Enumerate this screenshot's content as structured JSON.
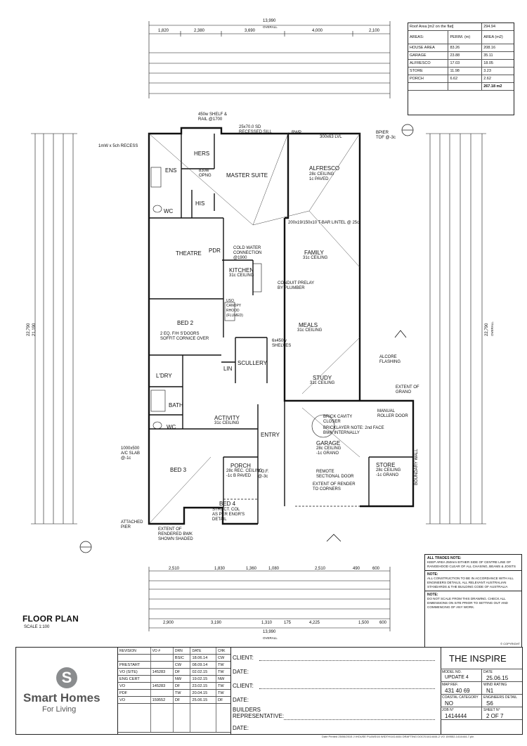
{
  "area_table": {
    "roof_area_label": "Roof Area [m2 on the flat]",
    "roof_area_value": "294.94",
    "areas_label": "AREAS:",
    "col_perim": "PERIM. (m)",
    "col_area": "AREA (m2)",
    "rows": [
      {
        "name": "HOUSE AREA",
        "perim": "83.26",
        "area": "208.16"
      },
      {
        "name": "GARAGE",
        "perim": "23.88",
        "area": "35.11"
      },
      {
        "name": "ALFRESCO",
        "perim": "17.03",
        "area": "18.05"
      },
      {
        "name": "STORE",
        "perim": "11.98",
        "area": "3.23"
      },
      {
        "name": "PORCH",
        "perim": "6.62",
        "area": "2.62"
      }
    ],
    "total": "267.18 m2"
  },
  "overall": {
    "top_width": "13,990",
    "top_width_label": "OVERALL",
    "bottom_width": "13,990",
    "bottom_width_label": "OVERALL",
    "left_height": "22,790",
    "left_height_2": "21,190",
    "right_height": "22,790",
    "right_height_label": "OVERALL"
  },
  "dims_top": [
    "1,820",
    "2,380",
    "3,690",
    "4,000",
    "2,100"
  ],
  "dims_bottom": [
    "2,510",
    "1,830",
    "1,360",
    "1,080",
    "2,510",
    "490",
    "600"
  ],
  "dims_bottom_totals": [
    "2,900",
    "3,190",
    "1,310",
    "175",
    "4,225",
    "1,500",
    "600"
  ],
  "rooms": {
    "hers": "HERS",
    "master_suite": "MASTER SUITE",
    "alfresco": "ALFRESCO",
    "alfresco_note": "28c CEILING\n1c PAVED",
    "ens": "ENS",
    "his": "HIS",
    "wc": "WC",
    "theatre": "THEATRE",
    "family": "FAMILY",
    "family_note": "31c CEILING",
    "kitchen": "KITCHEN",
    "kitchen_note": "31c CEILING",
    "bed2": "BED 2",
    "meals": "MEALS",
    "meals_note": "31c CEILING",
    "scullery": "SCULLERY",
    "study": "STUDY",
    "study_note": "31c CEILING",
    "ldry": "L'DRY",
    "bath": "BATH",
    "wc2": "WC",
    "activity": "ACTIVITY",
    "activity_note": "31c CEILING",
    "entry": "ENTRY",
    "garage": "GARAGE",
    "garage_note": "28c CEILING\n-1c GRANO",
    "store": "STORE",
    "store_note": "28c CEILING\n-1c GRANO",
    "bed3": "BED 3",
    "porch": "PORCH",
    "porch_note": "28c REC. CEILING\n-1c B PAVED",
    "bed4": "BED 4",
    "lin": "LIN",
    "pdr": "PDR"
  },
  "annotations": {
    "shelf_rail_1": "450w SHELF &\nRAIL @1700",
    "recessed_sill": "25x70.0 SD\nRECESSED SILL",
    "rwp": "RWP",
    "lvl_300": "300x63 LVL",
    "bpier": "BPIER\nTOF @-3c",
    "recess": "1mW x 5ch RECESS",
    "opng_830": "830w\nOPNG",
    "tbar": "200x19/150x10 T-BAR LINTEL @ 25c",
    "cold_water": "COLD WATER\nCONNECTION\n@1900",
    "conduit": "CONDUIT PRELAY\nBY PLUMBER",
    "canopy": "USO\nCANOPY\nRHOOD\n(FLUMED)",
    "soffit": "2 EQ. F/H S'DOORS\nSOFFIT CORNICE OVER",
    "shelves": "6x450w\nSHELVES",
    "alcore_flashing": "ALCORE\nFLASHING",
    "extent_grano": "EXTENT OF\nGRANO",
    "manual_door": "MANUAL\nROLLER DOOR",
    "brick_cavity": "BRICK CAVITY\nCLOSER",
    "brick_layer": "BRICKLAYER NOTE: 2nd FACE\nBWK INTERNALLY",
    "remote_door": "REMOTE\nSECTIONAL DOOR",
    "extent_render": "EXTENT OF RENDER\nTO CORNERS",
    "boundary_wall": "BOUNDARY WALL",
    "attached_pier": "ATTACHED\nPIER",
    "extent_rendered": "EXTENT OF\nRENDERED BWK\nSHOWN SHADED",
    "struct_col": "STRUCT. COL\nAS PER ENGR'S\nDETAIL",
    "ac_slab": "1000x500\nA/C SLAB\n@-1c",
    "tof": "T.O.F.\n@-3c"
  },
  "notes": {
    "all_trades_title": "ALL TRADES NOTE:",
    "all_trades_text": "KEEP AREA 250mm EITHER SIDE OF CENTRE LINE OF RANGEHOOD CLEAR OF ALL CHASING, BEAMS & JOISTS",
    "note_title": "NOTE:",
    "note_text": "ALL CONSTRUCTION TO BE IN ACCORDANCE WITH ALL ENGINEERS DETAILS, ALL RELEVANT AUSTRALIAN STANDARDS & THE BUILDING CODE OF AUSTRALIA",
    "note2_title": "NOTE:",
    "note2_text": "DO NOT SCALE FROM THIS DRAWING. CHECK ALL DIMENSIONS ON SITE PRIOR TO SETTING OUT AND COMMENCING OF ANY WORK.",
    "copyright": "© COPYRIGHT"
  },
  "plan_title": "FLOOR PLAN",
  "plan_scale": "SCALE 1:100",
  "brand": {
    "logo_letter": "S",
    "name": "Smart Homes",
    "tagline": "For Living"
  },
  "revisions": {
    "headers": [
      "REVISION",
      "VO #",
      "DRN",
      "DATE",
      "CHK"
    ],
    "rows": [
      [
        "PRESTART",
        "",
        "CW",
        "08.09.14",
        "TW"
      ],
      [
        "VO (SITE)",
        "145283",
        "DF",
        "02.02.15",
        "TW"
      ],
      [
        "ENG CERT",
        "",
        "NW",
        "19.02.15",
        "NW"
      ],
      [
        "VO",
        "145283",
        "DF",
        "23.02.15",
        "TW"
      ],
      [
        "PDF",
        "",
        "TW",
        "20.04.15",
        "TW"
      ],
      [
        "VO",
        "159552",
        "DF",
        "25.06.15",
        "DF"
      ]
    ],
    "first_row": [
      "",
      "",
      "BSIC",
      "18.06.14",
      "CW"
    ]
  },
  "client": {
    "client1": "CLIENT:",
    "date1": "DATE:",
    "client2": "CLIENT:",
    "date2": "DATE:",
    "builders": "BUILDERS\nREPRESENTATIVE:",
    "date3": "DATE:"
  },
  "project": {
    "name": "THE INSPIRE",
    "model_label": "MODEL NO.",
    "model": "UPDATE 4",
    "date_label": "DATE",
    "date": "25.06.15",
    "map_label": "MAP REF.",
    "map": "431 40 69",
    "wind_label": "WIND RATING",
    "wind": "N1",
    "coastal_label": "COASTAL CATEGORY",
    "coastal": "NO",
    "eng_label": "ENGINEERS DETAIL",
    "eng": "S6",
    "job_label": "JOB N°",
    "job": "1414444",
    "sheet_label": "SHEET N°",
    "sheet": "2 OF 7"
  },
  "printed": "Date Printed 25/06/2015    J:\\HOUSE PLANS\\16 WIDTH\\1414444 DRAFTING DOCS\\1414444-2 VO 159552-1414444-7.pln"
}
